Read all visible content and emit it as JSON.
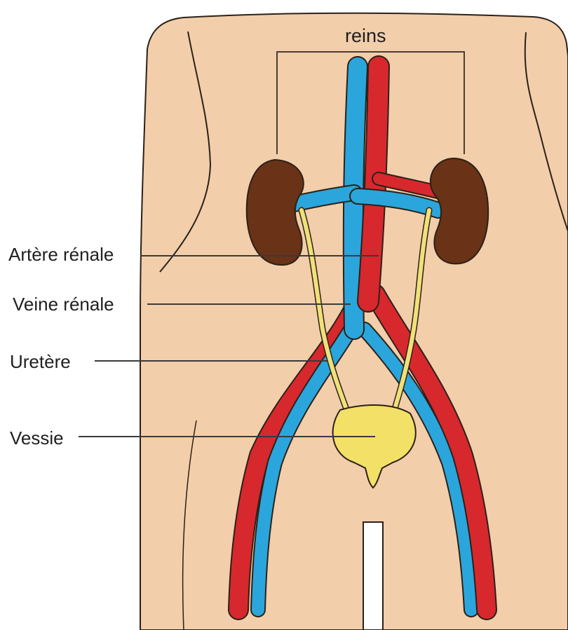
{
  "labels": {
    "reins": "reins",
    "artere_renale": "Artère rénale",
    "veine_renale": "Veine rénale",
    "uretere": "Uretère",
    "vessie": "Vessie"
  },
  "colors": {
    "skin": "#f2ceaa",
    "skin_outline": "#2b2118",
    "kidney": "#6a3216",
    "artery": "#d7282e",
    "vein": "#2aa6dc",
    "ureter": "#efe07a",
    "bladder": "#f3e067",
    "leader_line": "#3a3a3a"
  }
}
